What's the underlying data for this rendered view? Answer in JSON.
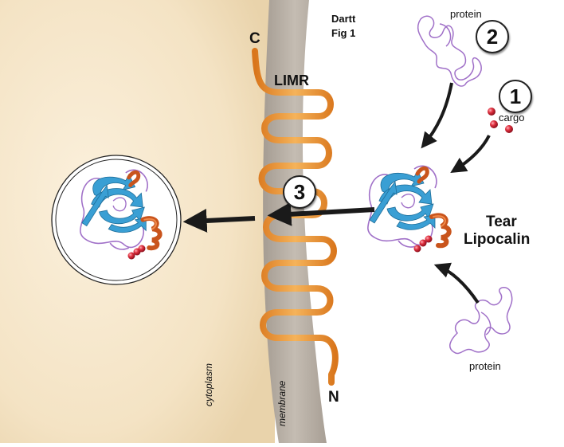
{
  "header": {
    "line1": "Dartt",
    "line2": "Fig 1"
  },
  "labels": {
    "c_terminus": "C",
    "n_terminus": "N",
    "receptor": "LIMR",
    "protein_top": "protein",
    "protein_bottom": "protein",
    "cargo": "cargo",
    "tear": "Tear",
    "lipocalin": "Lipocalin",
    "cytoplasm": "cytoplasm",
    "membrane": "membrane"
  },
  "steps": {
    "step1": "1",
    "step2": "2",
    "step3": "3"
  },
  "colors": {
    "cytoplasm": "#f5e6c8",
    "membrane": "#b9b0a6",
    "receptor": "#e8922e",
    "beta_sheet": "#3a9fd4",
    "helix": "#c9541c",
    "coil": "#a070c8",
    "cargo": "#d8283c",
    "arrow": "#1a1a1a"
  },
  "icons": [
    "arrow-icon",
    "cargo-sphere-icon",
    "protein-ribbon-icon",
    "lipocalin-ribbon-icon"
  ]
}
